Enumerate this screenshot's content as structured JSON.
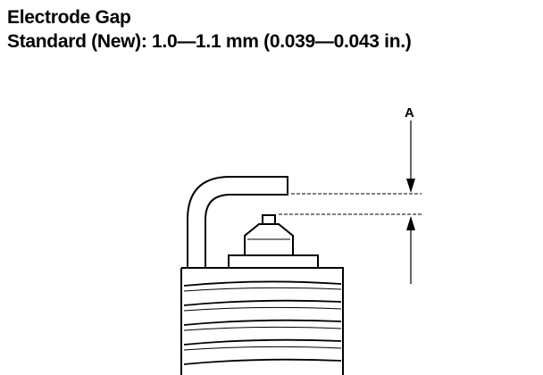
{
  "title": "Electrode Gap",
  "spec": "Standard (New): 1.0—1.1 mm (0.039—0.043 in.)",
  "dimension_label": "A"
}
